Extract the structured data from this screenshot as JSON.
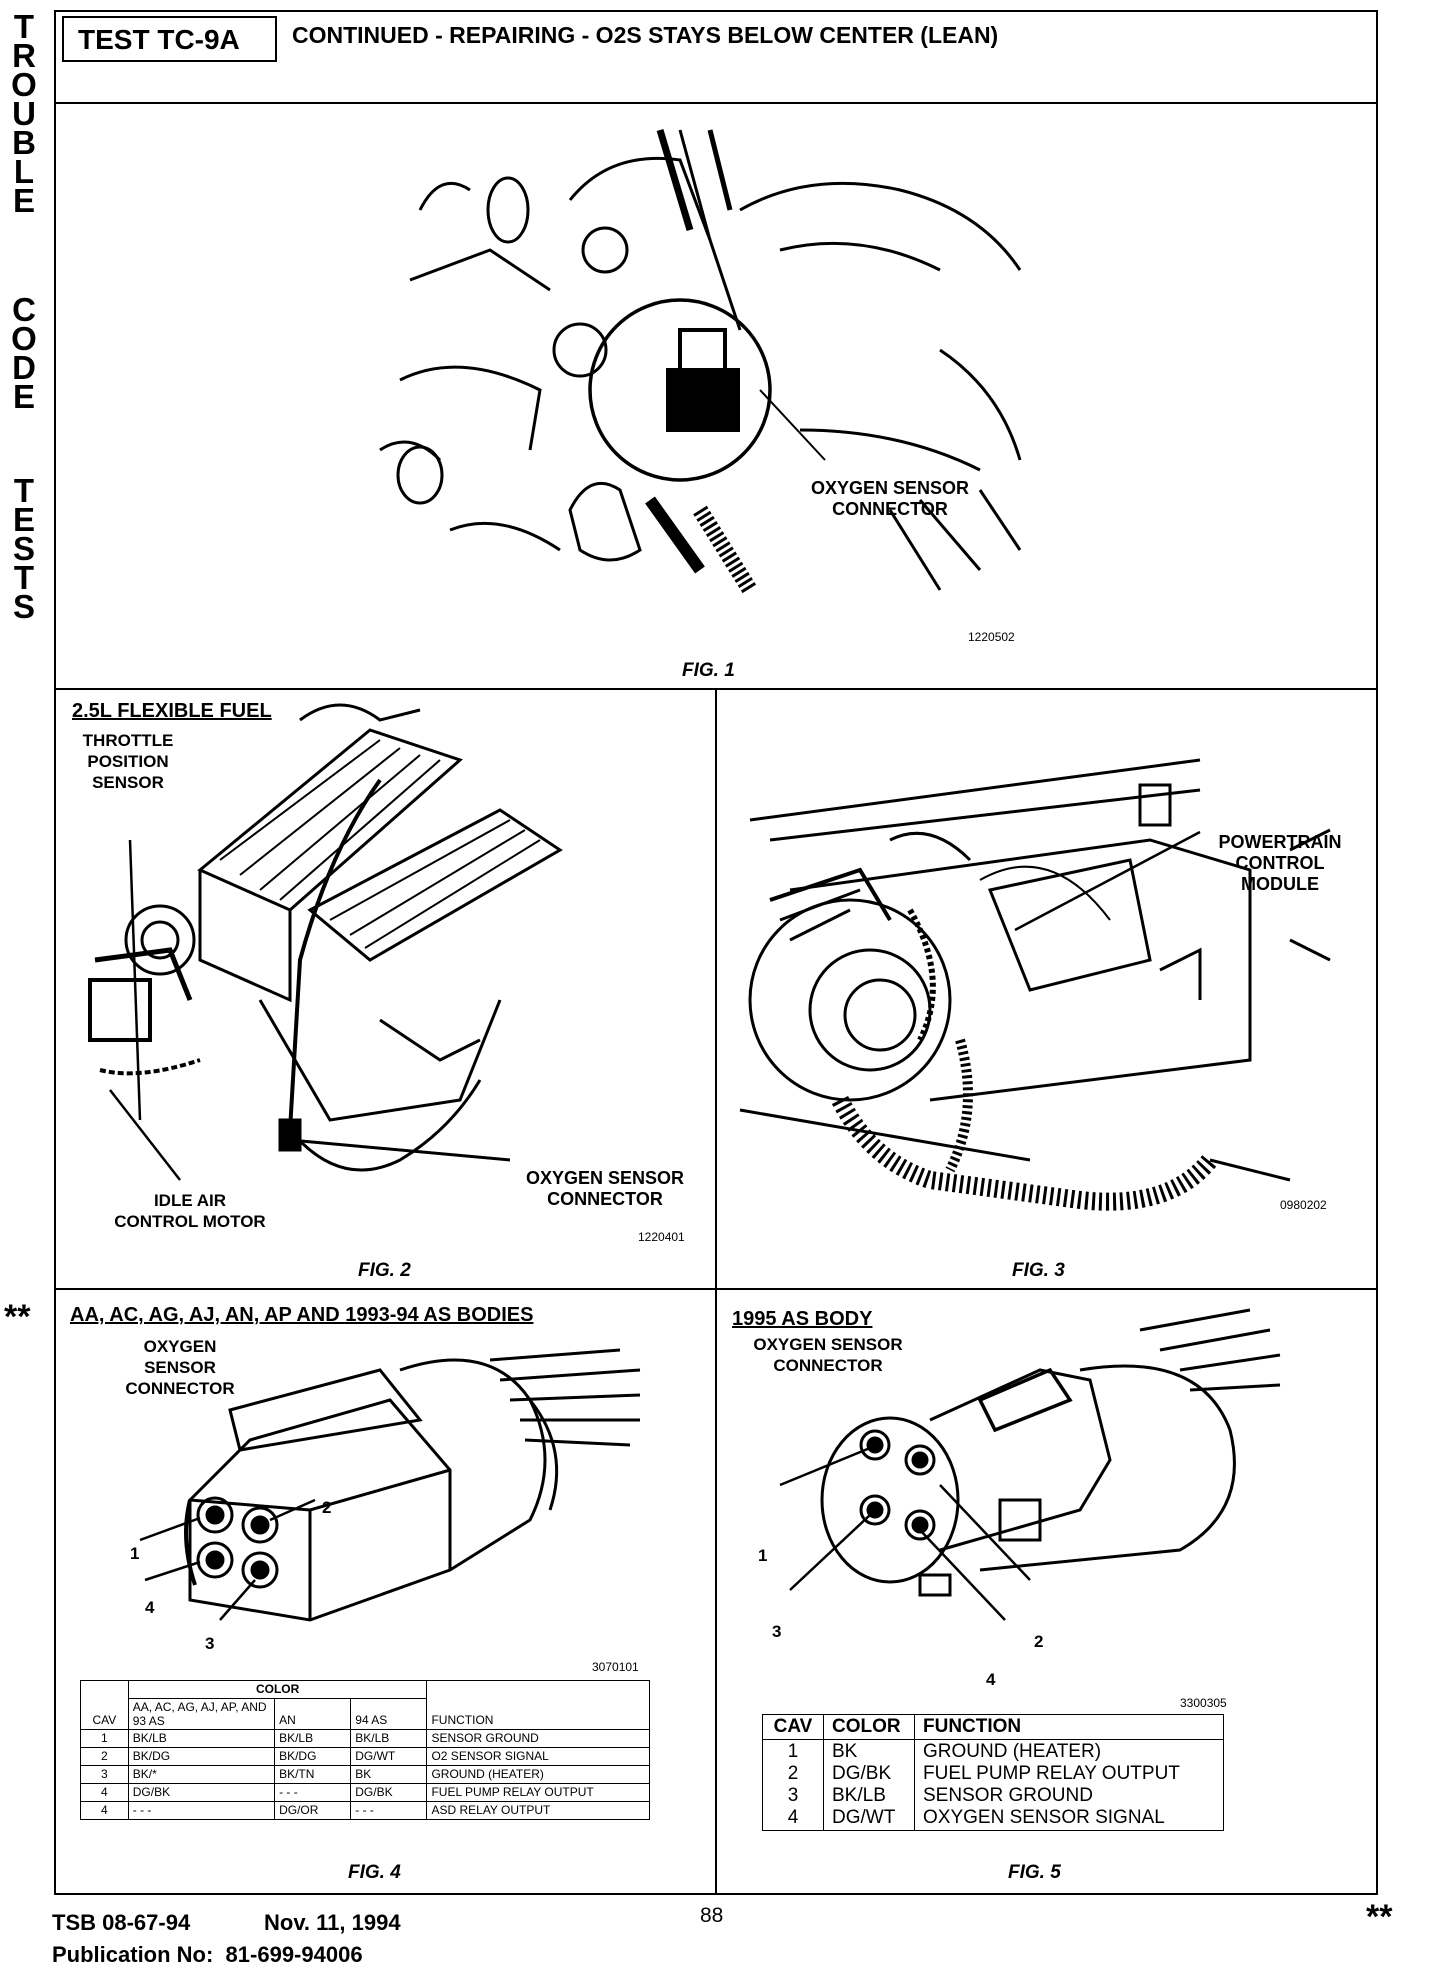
{
  "side_text": {
    "word1": [
      "T",
      "R",
      "O",
      "U",
      "B",
      "L",
      "E"
    ],
    "word2": [
      "C",
      "O",
      "D",
      "E"
    ],
    "word3": [
      "T",
      "E",
      "S",
      "T",
      "S"
    ]
  },
  "header": {
    "test_id": "TEST TC-9A",
    "title": "CONTINUED - REPAIRING - O2S STAYS BELOW CENTER (LEAN)"
  },
  "fig1": {
    "callout": [
      "OXYGEN SENSOR",
      "CONNECTOR"
    ],
    "code": "1220502",
    "caption": "FIG. 1"
  },
  "fig2": {
    "heading": "2.5L FLEXIBLE FUEL",
    "tps_label": [
      "THROTTLE",
      "POSITION",
      "SENSOR"
    ],
    "iac_label": [
      "IDLE AIR",
      "CONTROL MOTOR"
    ],
    "o2_label": [
      "OXYGEN SENSOR",
      "CONNECTOR"
    ],
    "code": "1220401",
    "caption": "FIG. 2"
  },
  "fig3": {
    "pcm_label": [
      "POWERTRAIN",
      "CONTROL",
      "MODULE"
    ],
    "code": "0980202",
    "caption": "FIG. 3"
  },
  "fig4": {
    "marker": "**",
    "heading": "AA, AC, AG, AJ, AN, AP AND 1993-94 AS BODIES",
    "connector_label": [
      "OXYGEN",
      "SENSOR",
      "CONNECTOR"
    ],
    "pins": [
      "1",
      "2",
      "3",
      "4"
    ],
    "code": "3070101",
    "caption": "FIG. 4",
    "table": {
      "color_header": "COLOR",
      "headers": [
        "CAV",
        "AA, AC, AG, AJ, AP, AND 93 AS",
        "AN",
        "94 AS",
        "FUNCTION"
      ],
      "rows": [
        [
          "1",
          "BK/LB",
          "BK/LB",
          "BK/LB",
          "SENSOR GROUND"
        ],
        [
          "2",
          "BK/DG",
          "BK/DG",
          "DG/WT",
          "O2 SENSOR SIGNAL"
        ],
        [
          "3",
          "BK/*",
          "BK/TN",
          "BK",
          "GROUND (HEATER)"
        ],
        [
          "4",
          "DG/BK",
          "- - -",
          "DG/BK",
          "FUEL PUMP RELAY OUTPUT"
        ],
        [
          "4",
          "- - -",
          "DG/OR",
          "- - -",
          "ASD RELAY OUTPUT"
        ]
      ]
    }
  },
  "fig5": {
    "heading": "1995 AS BODY",
    "connector_label": [
      "OXYGEN SENSOR",
      "CONNECTOR"
    ],
    "pins": [
      "1",
      "2",
      "3",
      "4"
    ],
    "code": "3300305",
    "caption": "FIG. 5",
    "table": {
      "headers": [
        "CAV",
        "COLOR",
        "FUNCTION"
      ],
      "rows": [
        [
          "1",
          "BK",
          "GROUND (HEATER)"
        ],
        [
          "2",
          "DG/BK",
          "FUEL PUMP RELAY OUTPUT"
        ],
        [
          "3",
          "BK/LB",
          "SENSOR GROUND"
        ],
        [
          "4",
          "DG/WT",
          "OXYGEN SENSOR SIGNAL"
        ]
      ]
    }
  },
  "footer": {
    "tsb": "TSB 08-67-94",
    "date": "Nov. 11, 1994",
    "page": "88",
    "publication": "Publication No:  81-699-94006",
    "marker": "**"
  }
}
